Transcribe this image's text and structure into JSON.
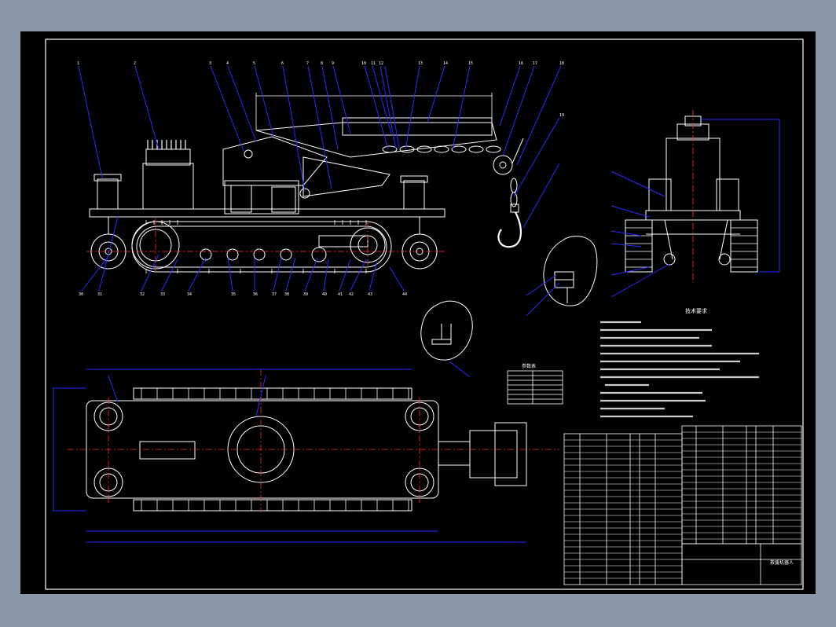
{
  "drawing": {
    "background": "#000000",
    "viewer_background": "#8a97a6",
    "line_colors": {
      "frame": "#ffffff",
      "leader": "#2a2aff",
      "center": "#ff3030",
      "outline": "#ffffff",
      "label": "#ffffff"
    },
    "balloon_numbers_top": [
      "1",
      "2",
      "3",
      "4",
      "5",
      "6",
      "7",
      "8",
      "9",
      "10",
      "11",
      "12",
      "13",
      "14",
      "15",
      "16",
      "17",
      "18",
      "19"
    ],
    "balloon_numbers_bottom": [
      "30",
      "31",
      "32",
      "33",
      "34",
      "35",
      "36",
      "37",
      "38",
      "39",
      "40",
      "41",
      "42",
      "43",
      "44"
    ],
    "param_table_title": "参数表",
    "tech_req_title": "技术要求",
    "title_block_name": "救援机器人"
  }
}
